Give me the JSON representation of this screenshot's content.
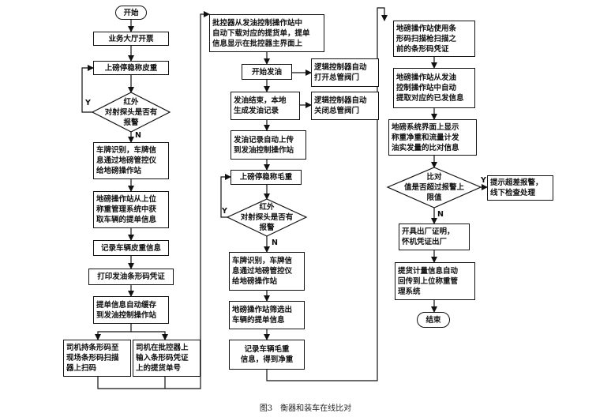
{
  "flowchart": {
    "nodes": {
      "start": "开始",
      "hall_ticket": "业务大厅开票",
      "tare_stop": "上磅停稳称皮重",
      "ir_check_1": "红外\n对射探头是否有\n报警",
      "plate_recog_1": "车牌识别，车牌信\n息通过地磅管控仪\n给地磅操作站",
      "station_fetch": "地磅操作站从上位\n称重管理系统中获\n取车辆的提单信息",
      "record_tare": "记录车辆皮重信息",
      "print_voucher": "打印发油条形码凭证",
      "cache_info": "提单信息自动缓存\n到发油控制操作站",
      "driver_scan": "司机持条形码至\n现场条形码扫描\n器上扫码",
      "driver_input": "司机在批控器上\n输入条形码凭证\n上的提货单号",
      "batch_download": "批控器从发油控制操作站中\n自动下载对应的提货单，提单\n信息显示在批控器主界面上",
      "start_oil": "开始发油",
      "open_valve": "逻辑控制器自动\n打开总管阀门",
      "oil_end": "发油结束，本地\n生成发油记录",
      "close_valve": "逻辑控制器自动\n关闭总管阀门",
      "upload_record": "发油记录自动上传\n到发油控制操作站",
      "gross_stop": "上磅停稳称毛重",
      "ir_check_2": "红外\n对射探头是否有\n报警",
      "plate_recog_2": "车牌识别，车牌信\n息通过地磅管控仪\n给地磅操作站",
      "station_filter": "地磅操作站筛选出\n车辆的提单信息",
      "record_gross": "记录车辆毛重\n信息，得到净重",
      "scan_barcode": "地磅操作站使用条\n形码扫描枪扫描之\n前的条形码凭证",
      "fetch_sent": "地磅操作站从发油\n控制操作站中自动\n提取对应的已发信息",
      "show_compare": "地磅系统界面上显示\n称重净重和流量计发\n油实发量的比对信息",
      "compare_check": "比对\n值是否超过报警上\n限值",
      "overlimit_alarm": "提示超差报警，\n线下检查处理",
      "issue_cert": "开具出厂证明，\n怀机凭证出厂",
      "auto_upload": "提货计量信息自动\n回传到上位称重管\n理系统",
      "end": "结束"
    },
    "labels": {
      "yes": "Y",
      "no": "N"
    }
  },
  "caption": "图3　衡器和装车在线比对"
}
